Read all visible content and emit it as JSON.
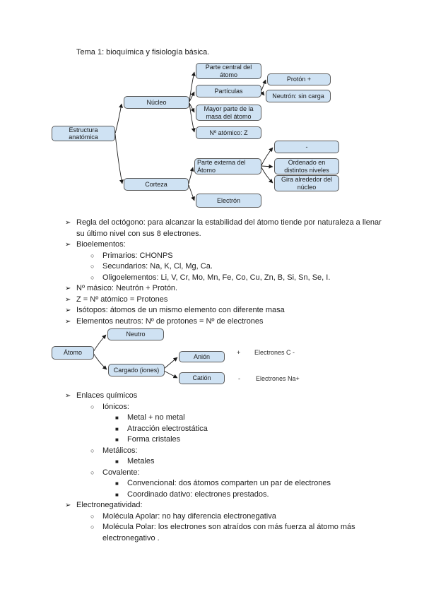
{
  "page": {
    "title": "Tema 1: bioquímica y fisiología básica."
  },
  "colors": {
    "node_fill": "#cfe2f3",
    "node_border": "#595959",
    "connector": "#1a1a1a",
    "text": "#212121",
    "background": "#ffffff"
  },
  "glyphs": {
    "l1": "➢",
    "l2": "○",
    "l3": "■"
  },
  "diagram1": {
    "nodes": {
      "root": "Estructura anatómica",
      "nucleo": "Núcleo",
      "corteza": "Corteza",
      "parte_central": "Parte central del átomo",
      "particulas": "Partículas",
      "mayor_parte": "Mayor parte de la masa del átomo",
      "n_atomico": "Nº atómico: Z",
      "proton": "Protón +",
      "neutron": "Neutrón: sin carga",
      "parte_externa": "Parte externa del Átomo",
      "electron": "Electrón",
      "dash": "-",
      "ordenado": "Ordenado en distintos niveles",
      "gira": "Gira alrededor del núcleo"
    }
  },
  "diagram2": {
    "nodes": {
      "atomo": "Átomo",
      "neutro": "Neutro",
      "cargado": "Cargado (iones)",
      "anion": "Anión",
      "cation": "Catión"
    },
    "annotations": {
      "anion": {
        "sign": "+",
        "text": "Electrones C -"
      },
      "cation": {
        "sign": "-",
        "text": "Electrones Na+"
      }
    }
  },
  "notes_top": [
    {
      "level": 1,
      "text": "Regla del octógono: para alcanzar la estabilidad del átomo tiende por naturaleza a llenar su último nivel con sus 8 electrones."
    },
    {
      "level": 1,
      "text": "Bioelementos:"
    },
    {
      "level": 2,
      "text": "Primarios: CHONPS"
    },
    {
      "level": 2,
      "text": "Secundarios: Na, K, Cl, Mg, Ca."
    },
    {
      "level": 2,
      "text": "Oligoelementos: Li, V, Cr, Mo, Mn, Fe, Co, Cu, Zn, B, Si, Sn, Se, I."
    },
    {
      "level": 1,
      "text": "Nº másico: Neutrón + Protón."
    },
    {
      "level": 1,
      "text": "Z = Nº atómico = Protones"
    },
    {
      "level": 1,
      "text": "Isótopos: átomos de un mismo elemento con diferente masa"
    },
    {
      "level": 1,
      "text": "Elementos neutros: Nº de protones = Nº de electrones"
    }
  ],
  "notes_bottom": [
    {
      "level": 1,
      "text": "Enlaces químicos"
    },
    {
      "level": 2,
      "text": "Iónicos:"
    },
    {
      "level": 3,
      "text": "Metal + no metal"
    },
    {
      "level": 3,
      "text": "Atracción electrostática"
    },
    {
      "level": 3,
      "text": "Forma cristales"
    },
    {
      "level": 2,
      "text": "Metálicos:"
    },
    {
      "level": 3,
      "text": "Metales"
    },
    {
      "level": 2,
      "text": "Covalente:"
    },
    {
      "level": 3,
      "text": "Convencional: dos átomos comparten un par de electrones"
    },
    {
      "level": 3,
      "text": "Coordinado dativo: electrones prestados."
    },
    {
      "level": 1,
      "text": "Electronegatividad:"
    },
    {
      "level": 2,
      "text": "Molécula Apolar: no hay diferencia electronegativa"
    },
    {
      "level": 2,
      "text": "Molécula Polar: los electrones son atraídos con más fuerza al átomo más electronegativo ."
    }
  ]
}
